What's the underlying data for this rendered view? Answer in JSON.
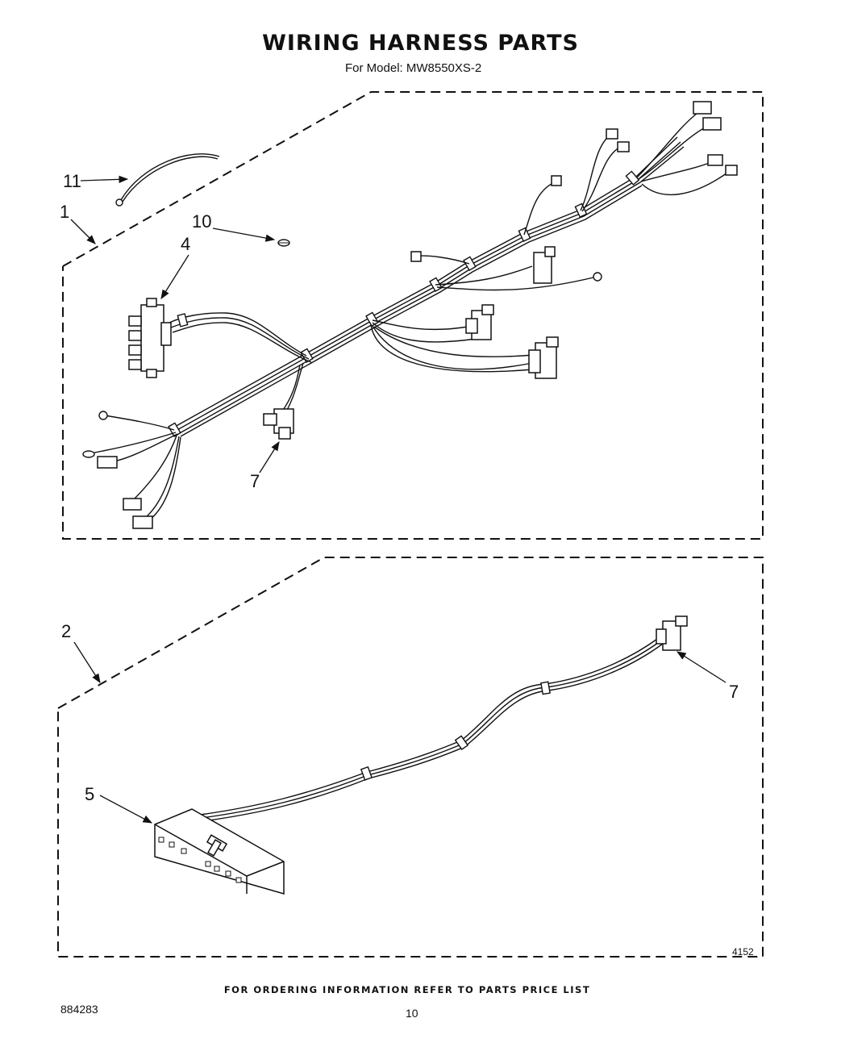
{
  "header": {
    "title": "WIRING HARNESS PARTS",
    "subtitle": "For Model: MW8550XS-2"
  },
  "diagram": {
    "callouts": {
      "c11": "11",
      "c1": "1",
      "c10": "10",
      "c4": "4",
      "c7_top": "7",
      "c2": "2",
      "c7_bottom": "7",
      "c5": "5"
    },
    "figure_id": "4152"
  },
  "footer": {
    "note": "FOR ORDERING INFORMATION REFER TO PARTS PRICE LIST",
    "doc_number": "884283",
    "page_number": "10"
  }
}
